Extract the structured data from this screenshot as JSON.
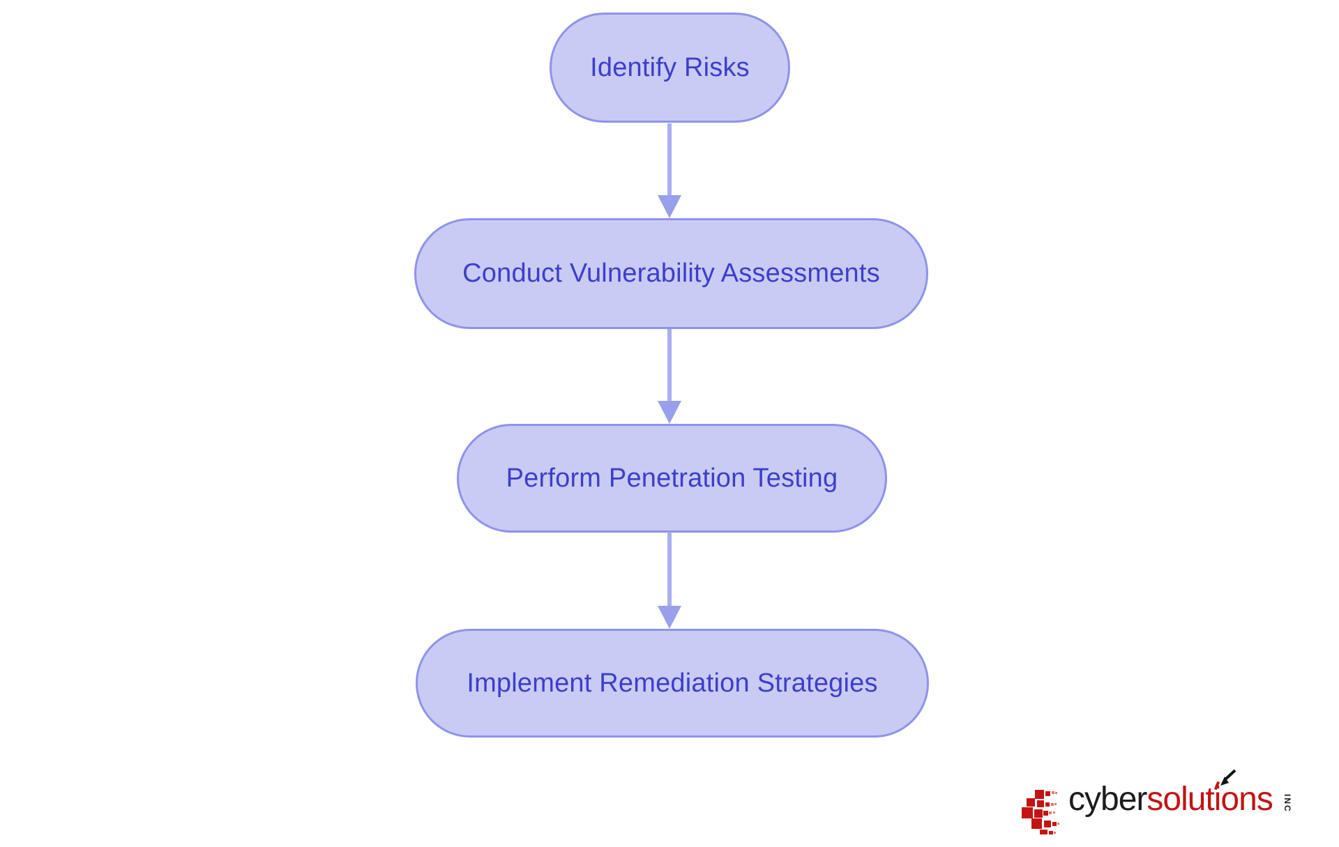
{
  "diagram": {
    "type": "flowchart",
    "direction": "top-down",
    "nodes": [
      {
        "id": "identify-risks",
        "label": "Identify Risks"
      },
      {
        "id": "conduct-vulnerability-assessments",
        "label": "Conduct Vulnerability Assessments"
      },
      {
        "id": "perform-penetration-testing",
        "label": "Perform Penetration Testing"
      },
      {
        "id": "implement-remediation-strategies",
        "label": "Implement Remediation Strategies"
      }
    ],
    "connectors": [
      {
        "from": "identify-risks",
        "to": "conduct-vulnerability-assessments"
      },
      {
        "from": "conduct-vulnerability-assessments",
        "to": "perform-penetration-testing"
      },
      {
        "from": "perform-penetration-testing",
        "to": "implement-remediation-strategies"
      }
    ],
    "colors": {
      "background": "#ffffff",
      "node_fill": "#c9cbf5",
      "node_border": "#8e93e9",
      "node_text": "#3c3ecb",
      "arrow_line": "#a9aff2",
      "arrow_head": "#98a0ec"
    }
  },
  "logo": {
    "brand_part1": "cyber",
    "brand_part2": "solutions",
    "suffix": "INC",
    "icons": {
      "mark": "pixel-mosaic-icon",
      "pointer": "cursor-arrow-icon"
    },
    "colors": {
      "brand_part1": "#1c1c1c",
      "brand_part2": "#c31414",
      "icon_red": "#c41412",
      "icon_light_red": "#dd7a66"
    }
  }
}
